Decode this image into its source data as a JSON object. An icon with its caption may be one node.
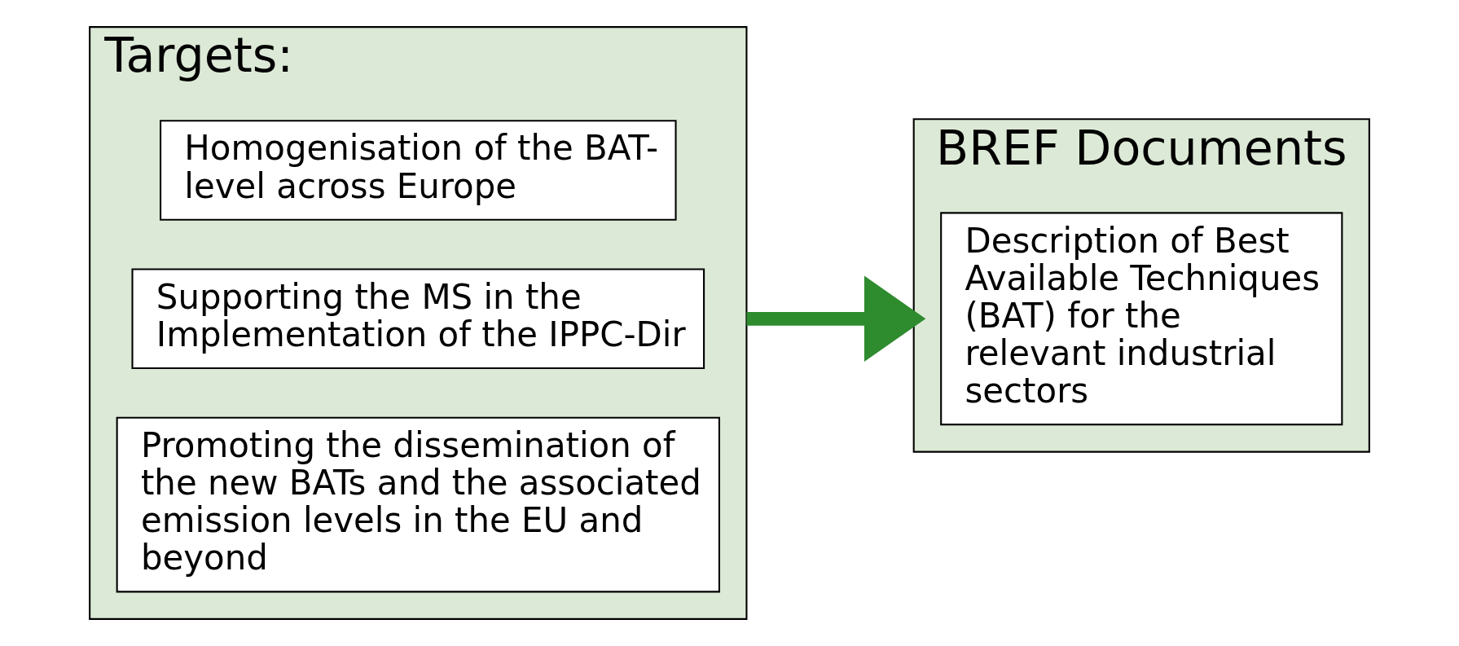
{
  "diagram": {
    "nodes": [
      {
        "text": [
          "Targets:"
        ]
      },
      {
        "text": [
          "Homogenisation of the BAT-level across Europe"
        ],
        "in": 0
      },
      {
        "text": [
          "Supporting the MS in the Implementation of the IPPC-Dir"
        ],
        "in": 0
      },
      {
        "text": [
          "Promoting the dissemination of the new BATs and the associated emission levels in the EU and beyond"
        ],
        "in": 0
      },
      {
        "text": [
          "BREF Documents"
        ]
      },
      {
        "text": [
          "Description of Best Available Techniques (BAT) for the relevant industrial sectors"
        ],
        "in": 4
      }
    ],
    "edges": [
      {
        "from": 0,
        "to": 4,
        "arrow": "to",
        "color": "#2e8b2e"
      }
    ]
  }
}
